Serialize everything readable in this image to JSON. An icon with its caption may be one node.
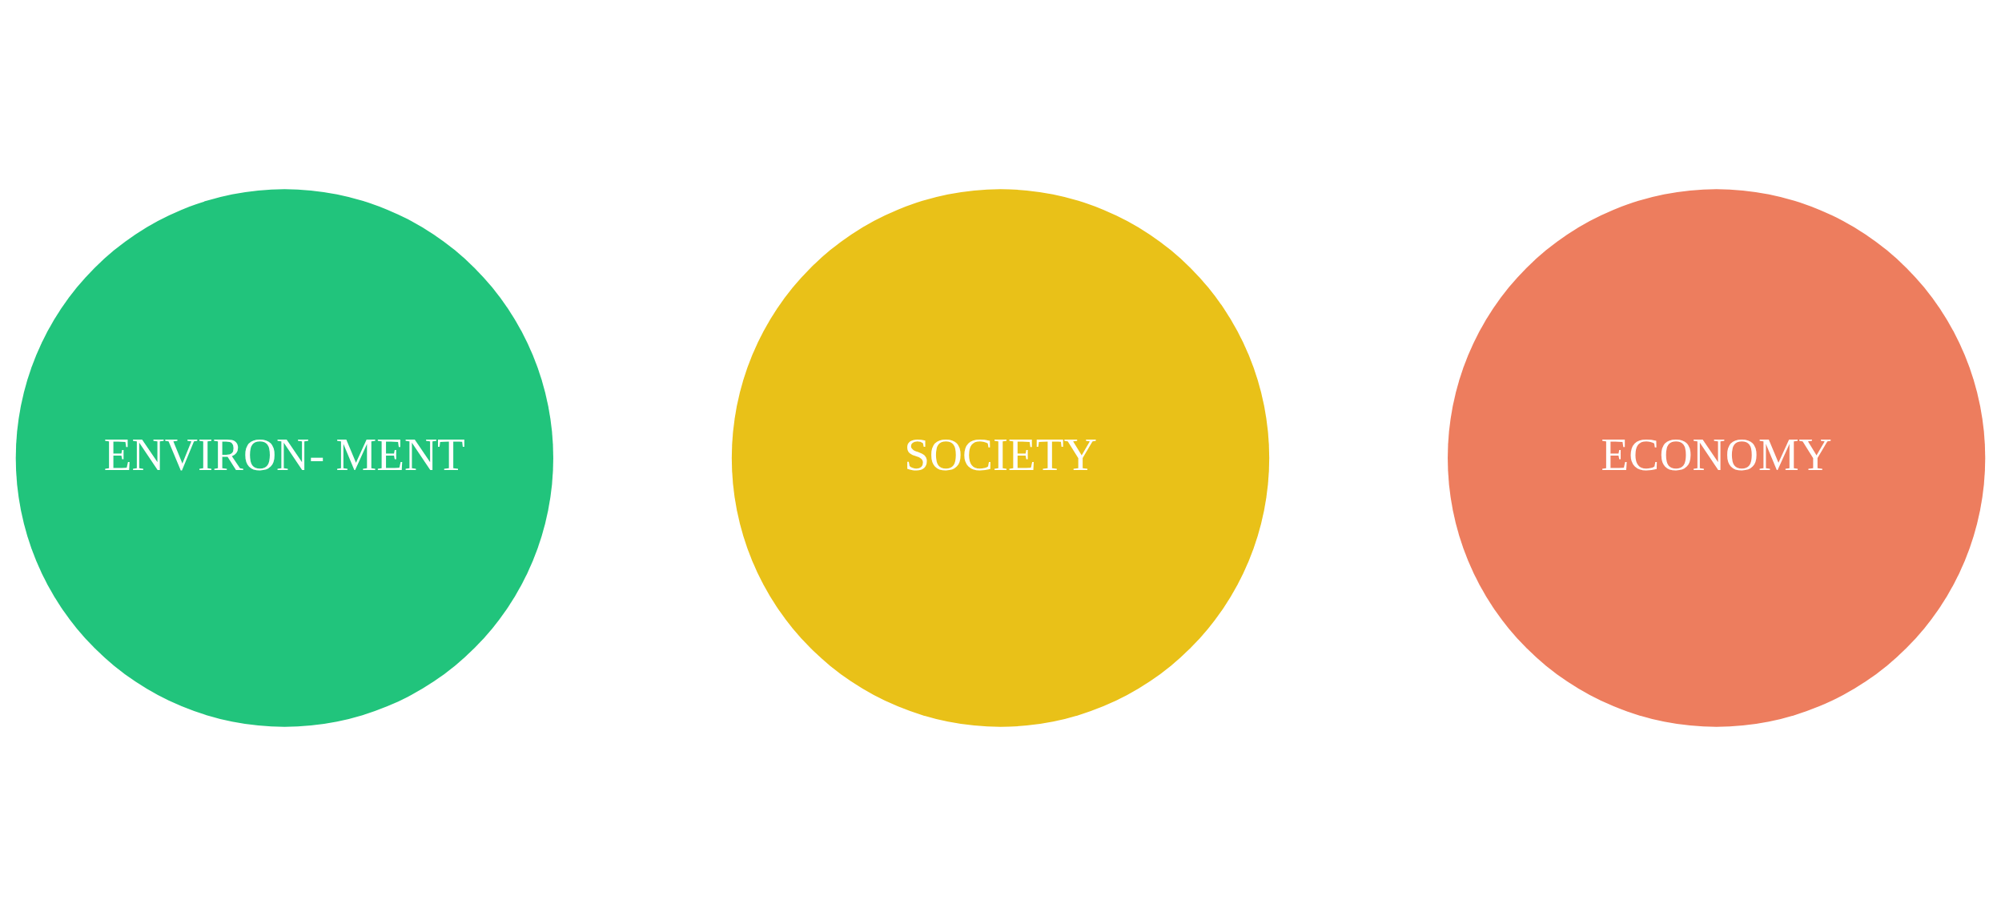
{
  "diagram": {
    "nodes": [
      {
        "text": [
          "SOCIETY"
        ]
      },
      {
        "text": [
          "ENVIRON- MENT"
        ]
      },
      {
        "text": [
          "ECONOMY"
        ]
      }
    ]
  }
}
